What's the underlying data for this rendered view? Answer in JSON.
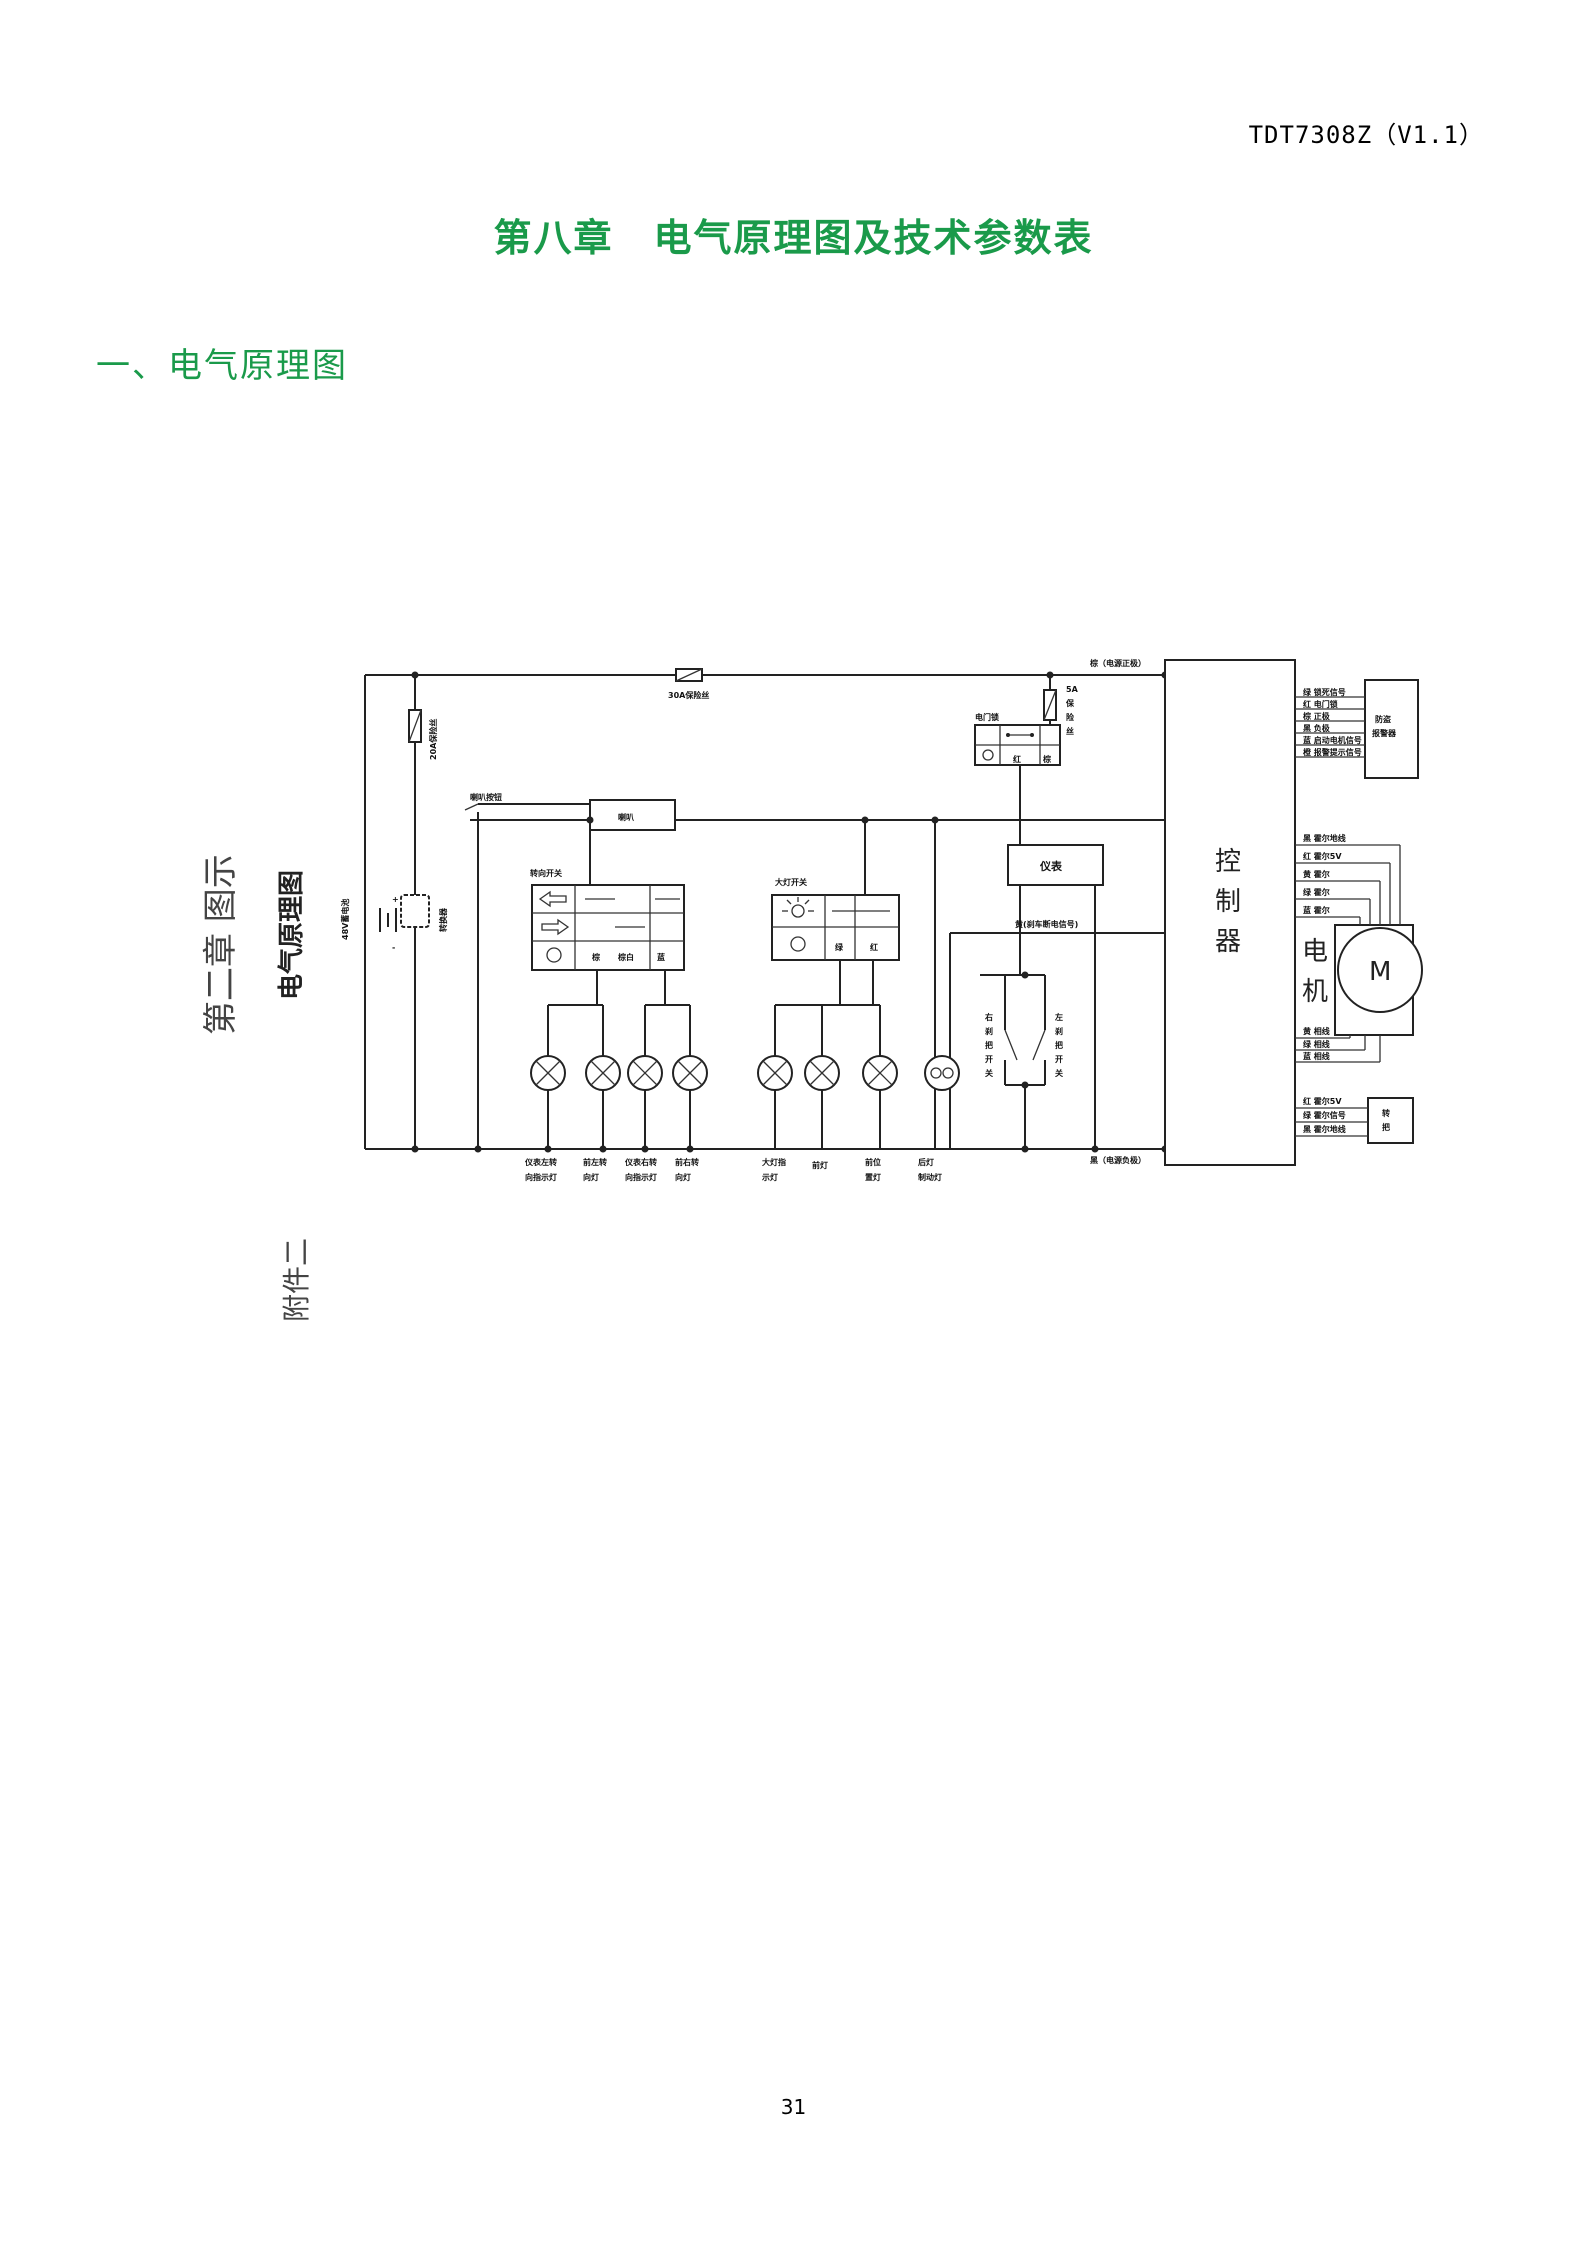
{
  "header": {
    "doc_code": "TDT7308Z（V1.1）"
  },
  "chapter_title": "第八章　电气原理图及技术参数表",
  "section_title": "一、电气原理图",
  "page_number": "31",
  "side_labels": {
    "chapter": "第二章 图示",
    "diagram_name": "电气原理图",
    "attachment": "附件二"
  },
  "diagram": {
    "fuse_main": "30A保险丝",
    "fuse_20a": "20A保险丝",
    "fuse_5a": [
      "5A",
      "保",
      "险",
      "丝"
    ],
    "battery": "48V蓄电池",
    "converter": "转换器",
    "power_positive": "棕（电源正极）",
    "power_negative": "黑（电源负极）",
    "horn_button": "喇叭按钮",
    "horn": "喇叭",
    "turn_switch": "转向开关",
    "turn_wires": [
      "棕",
      "棕白",
      "蓝"
    ],
    "light_switch": "大灯开关",
    "light_wires": [
      "绿",
      "红"
    ],
    "meter": "仪表",
    "lock_switch": "电门锁",
    "lock_wires": [
      "红",
      "棕"
    ],
    "brake_signal": "黄(刹车断电信号)",
    "brake_right": [
      "右",
      "刹",
      "把",
      "开",
      "关"
    ],
    "brake_left": [
      "左",
      "刹",
      "把",
      "开",
      "关"
    ],
    "controller": [
      "控",
      "制",
      "器"
    ],
    "motor": [
      "电",
      "机"
    ],
    "motor_symbol": "M",
    "alarm": [
      "防盗",
      "报警器"
    ],
    "handlebar": [
      "转",
      "把"
    ],
    "alarm_wires": [
      "绿 锁死信号",
      "红 电门锁",
      "棕 正极",
      "黑 负极",
      "蓝 启动电机信号",
      "橙 报警提示信号"
    ],
    "motor_hall_wires": [
      "黑 霍尔地线",
      "红 霍尔5V",
      "黄 霍尔",
      "绿 霍尔",
      "蓝 霍尔"
    ],
    "motor_phase_wires": [
      "黄 相线",
      "绿 相线",
      "蓝 相线"
    ],
    "handlebar_wires": [
      "红 霍尔5V",
      "绿 霍尔信号",
      "黑 霍尔地线"
    ],
    "lamp_labels": [
      [
        "仪表左转",
        "向指示灯"
      ],
      [
        "前左转",
        "向灯"
      ],
      [
        "仪表右转",
        "向指示灯"
      ],
      [
        "前右转",
        "向灯"
      ],
      [
        "大灯指",
        "示灯"
      ],
      [
        "前灯",
        ""
      ],
      [
        "前位",
        "置灯"
      ],
      [
        "后灯",
        "制动灯"
      ]
    ]
  }
}
